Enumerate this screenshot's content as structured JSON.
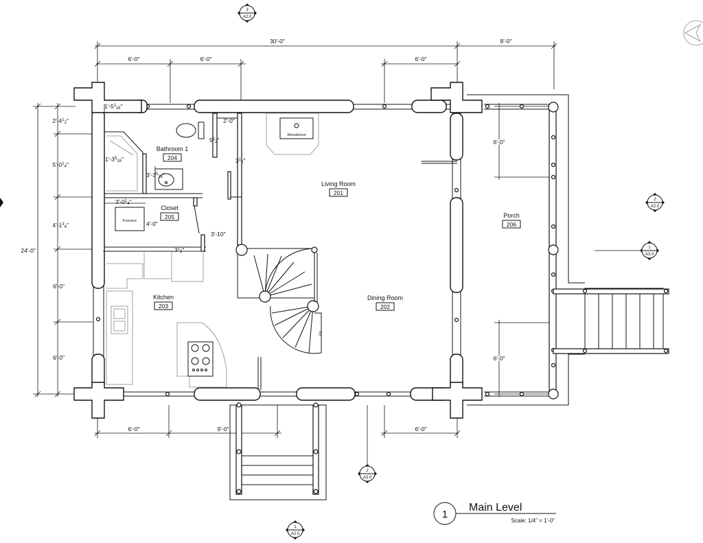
{
  "title": "Main Level",
  "view_number": "1",
  "scale": "Scale: 1/4\" = 1'-0\"",
  "rooms": [
    {
      "name": "Living Room",
      "number": "201"
    },
    {
      "name": "Dining Room",
      "number": "202"
    },
    {
      "name": "Kitchen",
      "number": "203"
    },
    {
      "name": "Bathroom 1",
      "number": "204"
    },
    {
      "name": "Closet",
      "number": "205"
    },
    {
      "name": "Porch",
      "number": "206"
    }
  ],
  "fixtures": {
    "woodstove": "Woodstove",
    "furnace": "Furnace",
    "stair": "Up"
  },
  "tags": [
    {
      "num": "3",
      "sheet": "A2.0"
    },
    {
      "num": "2",
      "sheet": "A2.0"
    },
    {
      "num": "1",
      "sheet": "A3.0"
    },
    {
      "num": "2",
      "sheet": "A3.0"
    },
    {
      "num": "1",
      "sheet": "A2.0"
    }
  ],
  "dimensions": {
    "top_overall": "30'-0\"",
    "top_porch": "8'-0\"",
    "top_a": "6'-0\"",
    "top_b": "6'-0\"",
    "top_c": "6'-0\"",
    "bottom_a": "6'-0\"",
    "bottom_b": "9'-0\"",
    "bottom_c": "6'-0\"",
    "left_overall": "24'-0\"",
    "left_a": "2'-4",
    "left_b": "5'-0",
    "left_c": "4'-1",
    "left_d": "6'-0\"",
    "left_e": "6'-0\"",
    "porch_a": "6'-0\"",
    "porch_b": "6'-0\"",
    "d1": "1'-5",
    "d2": "2'-0\"",
    "d3": "5",
    "d4": "3",
    "d5": "1'-3",
    "d6": "3'-3",
    "d7": "3'-0",
    "d8": "4'-0\"",
    "d9": "3'-10\"",
    "d10": "3"
  }
}
